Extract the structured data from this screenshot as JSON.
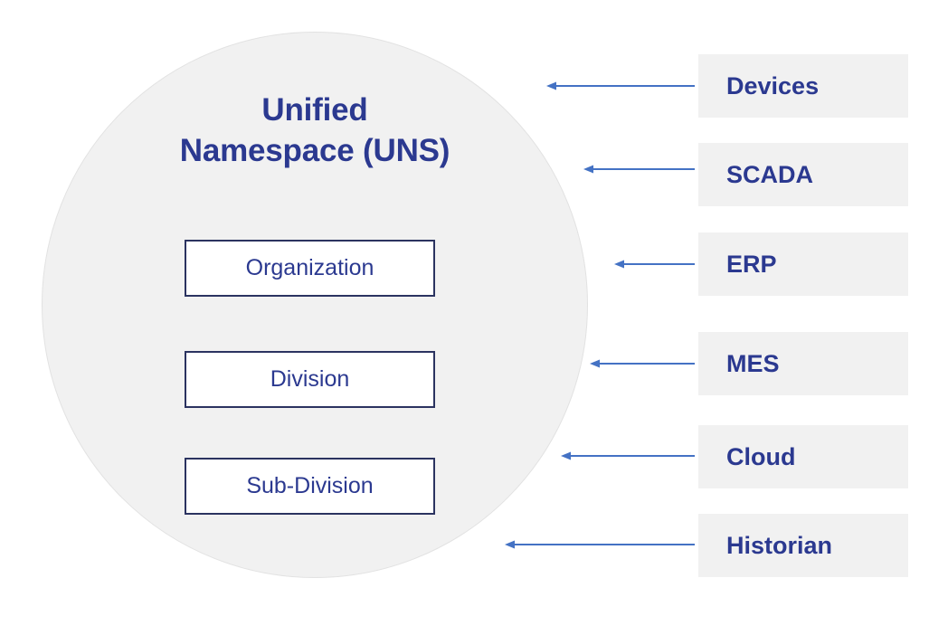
{
  "diagram": {
    "type": "unified-namespace-architecture",
    "center": {
      "title_lines": [
        "Unified",
        "Namespace (UNS)"
      ],
      "title_full": "Unified Namespace (UNS)",
      "levels": [
        {
          "label": "Organization"
        },
        {
          "label": "Division"
        },
        {
          "label": "Sub-Division"
        }
      ]
    },
    "sources": [
      {
        "label": "Devices"
      },
      {
        "label": "SCADA"
      },
      {
        "label": "ERP"
      },
      {
        "label": "MES"
      },
      {
        "label": "Cloud"
      },
      {
        "label": "Historian"
      }
    ],
    "connectors": [
      {
        "from": "Devices",
        "to": "Unified Namespace (UNS)",
        "direction": "left",
        "icon": "arrow-left-icon"
      },
      {
        "from": "SCADA",
        "to": "Unified Namespace (UNS)",
        "direction": "left",
        "icon": "arrow-left-icon"
      },
      {
        "from": "ERP",
        "to": "Unified Namespace (UNS)",
        "direction": "left",
        "icon": "arrow-left-icon"
      },
      {
        "from": "MES",
        "to": "Unified Namespace (UNS)",
        "direction": "left",
        "icon": "arrow-left-icon"
      },
      {
        "from": "Cloud",
        "to": "Unified Namespace (UNS)",
        "direction": "left",
        "icon": "arrow-left-icon"
      },
      {
        "from": "Historian",
        "to": "Unified Namespace (UNS)",
        "direction": "left",
        "icon": "arrow-left-icon"
      }
    ],
    "colors": {
      "navy_text": "#2b3990",
      "box_border": "#2b3360",
      "circle_fill": "#f1f1f1",
      "circle_border": "#e2e2e2",
      "chip_fill": "#f1f1f1",
      "arrow": "#4472c4",
      "page_background": "#ffffff"
    }
  }
}
